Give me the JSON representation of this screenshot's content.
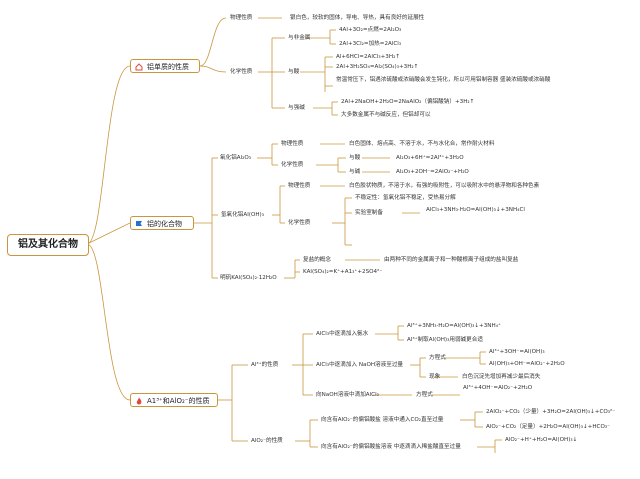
{
  "root": "铝及其化合物",
  "branches": {
    "b1": "铝单质的性质",
    "b2": "铝的化合物",
    "b3": "A1³⁺和AlO₂⁻的性质"
  },
  "icons": {
    "b1": "house-icon",
    "b2": "flag-icon",
    "b3": "flame-icon"
  },
  "colors": {
    "line": "#c9963e",
    "icon_b1": "#e04a3f",
    "icon_b2": "#2a6fc9",
    "icon_b3": "#e04a3f"
  },
  "b1": {
    "phys": "物理性质",
    "phys_desc": "银白色，较软的固体，导电、导热，具有良好的延展性",
    "chem": "化学性质",
    "nonmetal": "与非金属",
    "nonmetal_r1": "4Al+3O₂=点燃=2Al₂O₃",
    "nonmetal_r2": "2Al+3Cl₂=加热=2AlCl₃",
    "acid": "与酸",
    "acid_r1": "Al+6HCl=2AlCl₃+3H₂↑",
    "acid_r2": "2Al+3H₂SO₄=Al₂(SO₄)₃+3H₂↑",
    "acid_note": "常温常压下，铝遇浓硫酸或浓硝酸会发生钝化，所以可用铝制容器 盛装浓硫酸或浓硝酸",
    "base": "与强碱",
    "base_r1": "2Al+2NaOH+2H₂O=2NaAlO₂（偏铝酸钠）+3H₂↑",
    "base_note": "大多数金属不与碱反应，但铝却可以"
  },
  "b2": {
    "al2o3": "氧化铝Al₂O₃",
    "al2o3_phys": "物理性质",
    "al2o3_phys_desc": "白色固体、熔点高、不溶于水，不与水化合，常作耐火材料",
    "al2o3_chem": "化学性质",
    "al2o3_acid": "与酸",
    "al2o3_acid_r": "Al₂O₃+6H⁺=2Al³⁺+3H₂O",
    "al2o3_base": "与碱",
    "al2o3_base_r": "Al₂O₃+2OH⁻=2AlO₂⁻+H₂O",
    "aloh3": "氢氧化铝Al(OH)₃",
    "aloh3_phys": "物理性质",
    "aloh3_phys_desc": "白色胶状物质，不溶于水，有强的吸附性，可以吸附水中的悬浮物和各种色素",
    "aloh3_chem": "化学性质",
    "aloh3_unstable": "不稳定性：氢氧化铝不稳定，受热易分解",
    "aloh3_lab": "实验室制备",
    "aloh3_lab_r": "AlCl₃+3NH₃·H₂O=Al(OH)₃↓+3NH₄Cl",
    "alum": "明矾KAl(SO₄)₂·12H₂O",
    "alum_concept": "复盐的概念",
    "alum_concept_desc": "由两种不同的金属离子和一种酸根离子组成的盐叫复盐",
    "alum_eq": "KAl(SO₄)₂=K⁺+A1₃⁺+2SO4²⁻"
  },
  "b3": {
    "al3": "Al³⁺的性质",
    "al3_nh3": "AlCl₃中逐滴加入氨水",
    "al3_nh3_r1": "Al³⁺+3NH₃·H₂O=Al(OH)₃↓+3NH₄⁺",
    "al3_nh3_r2": "Al³⁺制取Al(OH)₃用弱碱更合适",
    "al3_naoh": "AlCl₃中逐滴加入 NaOH溶液至过量",
    "al3_naoh_eq": "方程式",
    "al3_naoh_r1": "Al³⁺+3OH⁻=Al(OH)₃",
    "al3_naoh_r2": "Al(OH)₃+OH⁻=AlO₂⁻+2H₂O",
    "al3_naoh_phen": "现象",
    "al3_naoh_phen_desc": "白色沉淀先增加再减少最后消失",
    "al3_rev": "向NaOH溶液中滴加AlCl₃",
    "al3_rev_eq": "方程式",
    "al3_rev_r1": "Al³⁺+4OH⁻=AlO₂⁻+2H₂O",
    "alo2": "AlO₂⁻的性质",
    "alo2_co2": "向含有AlO₂⁻的偏铝酸盐 溶液中通入CO₂直至过量",
    "alo2_co2_r1": "2AlO₂⁻+CO₂（少量）+3H₂O=2Al(OH)₃↓+CO₃²⁻",
    "alo2_co2_r2": "AlO₂⁻+CO₂（足量）+2H₂O=Al(OH)₃↓+HCO₃⁻",
    "alo2_hcl": "向含有AlO₂⁻的偏铝酸盐溶液 中逐滴滴入稀盐酸直至过量",
    "alo2_hcl_r1": "AlO₂⁻+H⁺+H₂O=Al(OH)₃↓"
  }
}
